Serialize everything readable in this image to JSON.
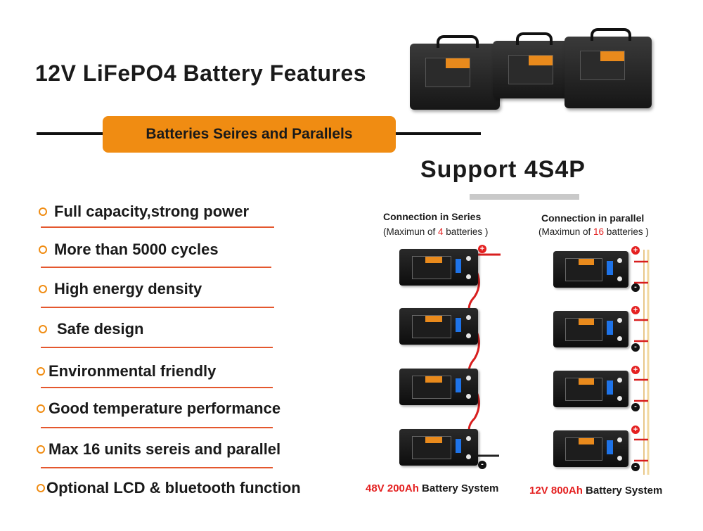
{
  "title": "12V LiFePO4 Battery Features",
  "banner": "Batteries Seires and Parallels",
  "support": "Support 4S4P",
  "features": [
    "Full capacity,strong power",
    "More than 5000 cycles",
    "High energy density",
    "Safe design",
    "Environmental friendly",
    "Good temperature performance",
    "Max 16 units sereis and parallel",
    "Optional LCD & bluetooth function"
  ],
  "series": {
    "heading": "Connection in Series",
    "sub_prefix": "(Maximun of ",
    "sub_num": "4",
    "sub_suffix": " batteries )",
    "caption_red": "48V 200Ah",
    "caption": " Battery System"
  },
  "parallel": {
    "heading": "Connection in parallel",
    "sub_prefix": "(Maximun of ",
    "sub_num": "16",
    "sub_suffix": " batteries )",
    "caption_red": "12V 800Ah",
    "caption": " Battery System"
  },
  "terminal_pos": "+",
  "terminal_neg": "-",
  "colors": {
    "accent": "#f08c12",
    "underline": "#e4572e",
    "red": "#e42020",
    "lcd": "#1e73e8"
  }
}
